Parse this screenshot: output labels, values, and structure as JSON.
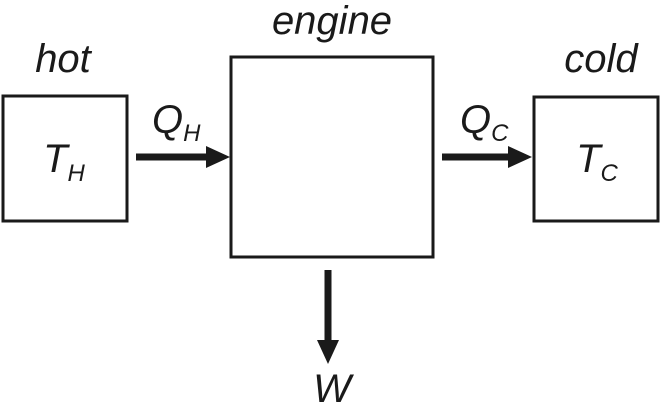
{
  "labels": {
    "hot": "hot",
    "engine": "engine",
    "cold": "cold"
  },
  "hot_reservoir": {
    "symbol": "T",
    "subscript": "H"
  },
  "cold_reservoir": {
    "symbol": "T",
    "subscript": "C"
  },
  "heat_in": {
    "symbol": "Q",
    "subscript": "H"
  },
  "heat_out": {
    "symbol": "Q",
    "subscript": "C"
  },
  "work": {
    "symbol": "W"
  },
  "colors": {
    "stroke": "#1a1a1a",
    "background": "#ffffff"
  }
}
